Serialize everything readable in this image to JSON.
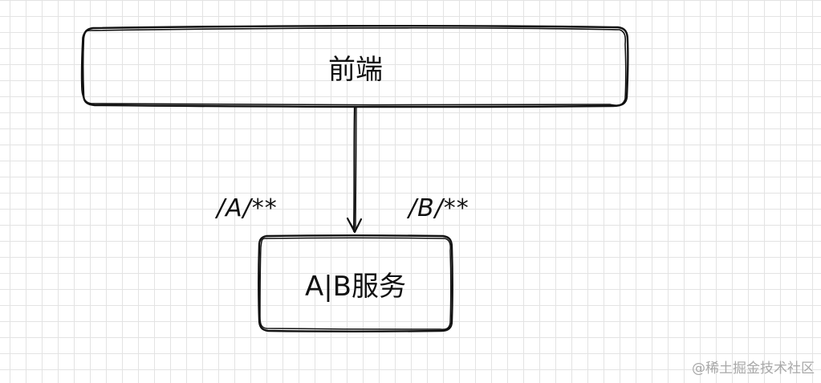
{
  "diagram": {
    "nodes": {
      "frontend": {
        "label": "前端"
      },
      "service": {
        "label": "A|B服务"
      }
    },
    "edges": [
      {
        "from": "frontend",
        "to": "service",
        "labels": [
          "/A/**",
          "/B/**"
        ]
      }
    ]
  },
  "watermark": {
    "text": "@稀土掘金技术社区"
  },
  "colors": {
    "stroke": "#111111",
    "grid": "#e3e3e3",
    "background": "#ffffff",
    "watermark": "#a8a8a8"
  }
}
